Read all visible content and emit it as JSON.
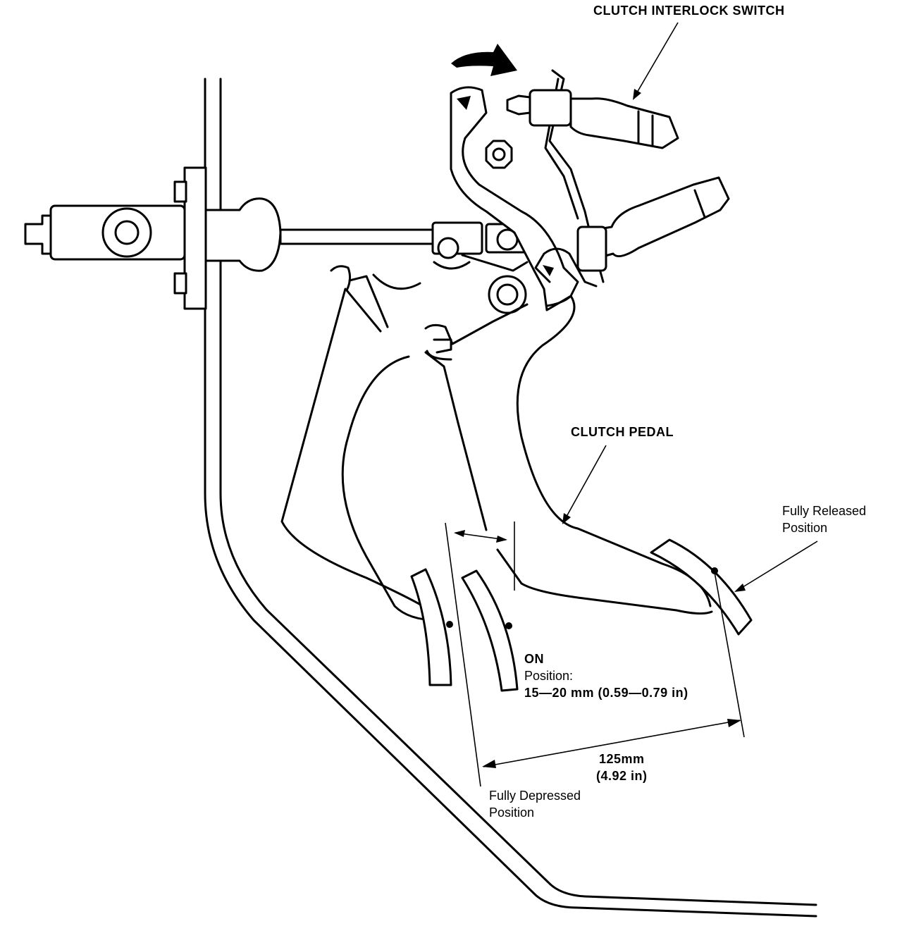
{
  "labels": {
    "switch_callout": "CLUTCH INTERLOCK SWITCH",
    "pedal_callout": "CLUTCH PEDAL",
    "released_line1": "Fully Released",
    "released_line2": "Position",
    "on_line1": "ON",
    "on_line2": "Position:",
    "on_line3": "15—20 mm (0.59—0.79 in)",
    "travel_line1": "125mm",
    "travel_line2": "(4.92 in)",
    "depressed_line1": "Fully Depressed",
    "depressed_line2": "Position"
  },
  "colors": {
    "ink": "#000000",
    "paper": "#ffffff"
  }
}
